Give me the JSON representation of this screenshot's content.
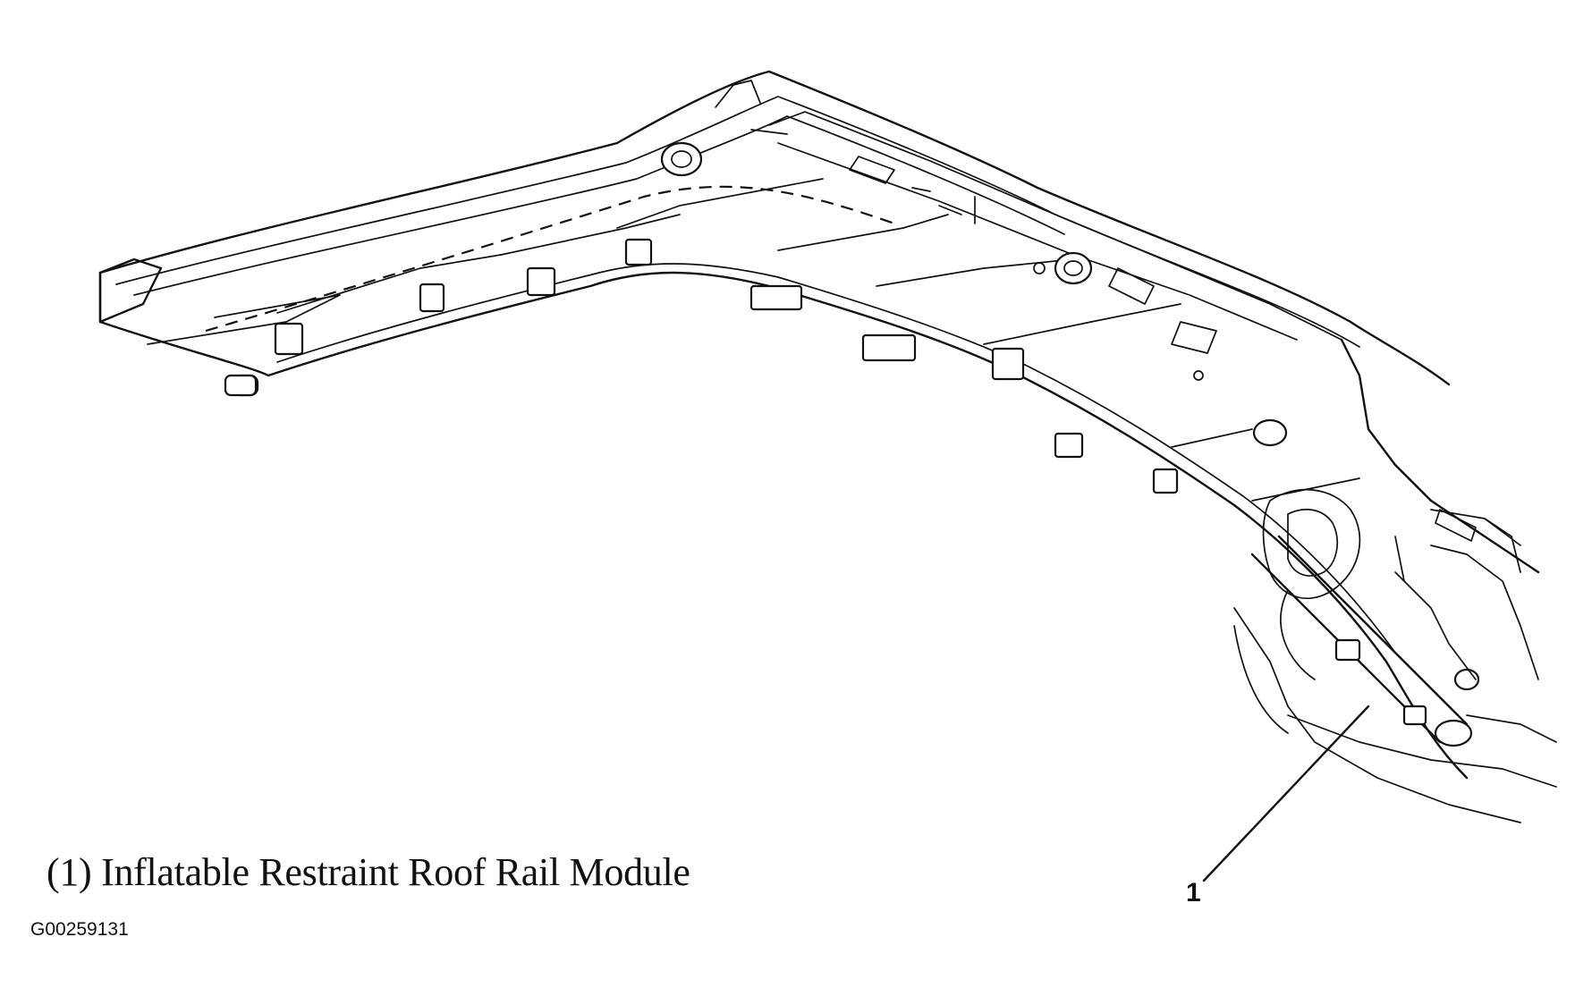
{
  "caption": "(1) Inflatable Restraint Roof Rail Module",
  "figure_id": "G00259131",
  "callouts": [
    {
      "number": "1",
      "label": "Inflatable Restraint Roof Rail Module"
    }
  ]
}
